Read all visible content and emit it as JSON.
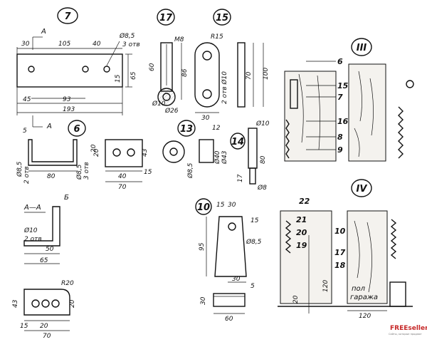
{
  "drawing": {
    "tags": {
      "t7": "7",
      "t17": "17",
      "t15": "15",
      "t6": "6",
      "t13": "13",
      "t14": "14",
      "t10": "10",
      "roman3": "III",
      "roman4": "IV"
    },
    "sectionLabels": {
      "a1": "A",
      "a2": "A",
      "aa": "A—A",
      "b": "Б"
    },
    "dims7": {
      "d30": "30",
      "d105": "105",
      "d40": "40",
      "d85": "Ø8,5",
      "holes": "3 отв",
      "d15": "15",
      "d65": "65",
      "d45": "45",
      "d93": "93",
      "d193": "193"
    },
    "dims17": {
      "m8": "M8",
      "d60": "60",
      "d86": "86",
      "d10": "Ø10",
      "d26": "Ø26"
    },
    "dims15": {
      "r15": "R15",
      "d10": "2 отв Ø10",
      "d70": "70",
      "d100": "100",
      "d30": "30"
    },
    "dims6": {
      "d5": "5",
      "d20": "20",
      "d85a": "Ø8,5",
      "hole2": "2 отв",
      "d80": "80",
      "d85b": "Ø8,5",
      "hole3": "3 отв",
      "d20b": "20",
      "d43": "43",
      "d40": "40",
      "d70": "70",
      "d15": "15"
    },
    "dims13": {
      "d12": "12",
      "d85": "Ø8,5",
      "d40": "Ø40",
      "d43": "Ø43"
    },
    "dims14": {
      "d10": "Ø10",
      "d80": "80",
      "d17": "17",
      "d8": "Ø8"
    },
    "dimsAA": {
      "d10": "Ø10",
      "hole2": "2 отв",
      "d50": "50",
      "d65": "65"
    },
    "dimsPlate": {
      "r20": "R20",
      "d43": "43",
      "d20": "20",
      "d15": "15",
      "d20b": "20",
      "d70": "70"
    },
    "dims10": {
      "d15": "15",
      "d30": "30",
      "d15b": "15",
      "d85": "Ø8,5",
      "d95": "95",
      "d30b": "30",
      "d5": "5",
      "d30c": "30",
      "d60": "60"
    },
    "assembly3": {
      "c6": "6",
      "c15": "15",
      "c7": "7",
      "c16": "16",
      "c8": "8",
      "c9": "9"
    },
    "assembly4": {
      "c22": "22",
      "c21": "21",
      "c20": "20",
      "c19": "19",
      "c10": "10",
      "c17": "17",
      "c18": "18",
      "d20": "20",
      "d120": "120",
      "d120b": "120",
      "floor1": "пол",
      "floor2": "гаража"
    },
    "watermark": {
      "brand": "FREEseller.RU",
      "tagline": "Сайты, которые продают"
    }
  }
}
